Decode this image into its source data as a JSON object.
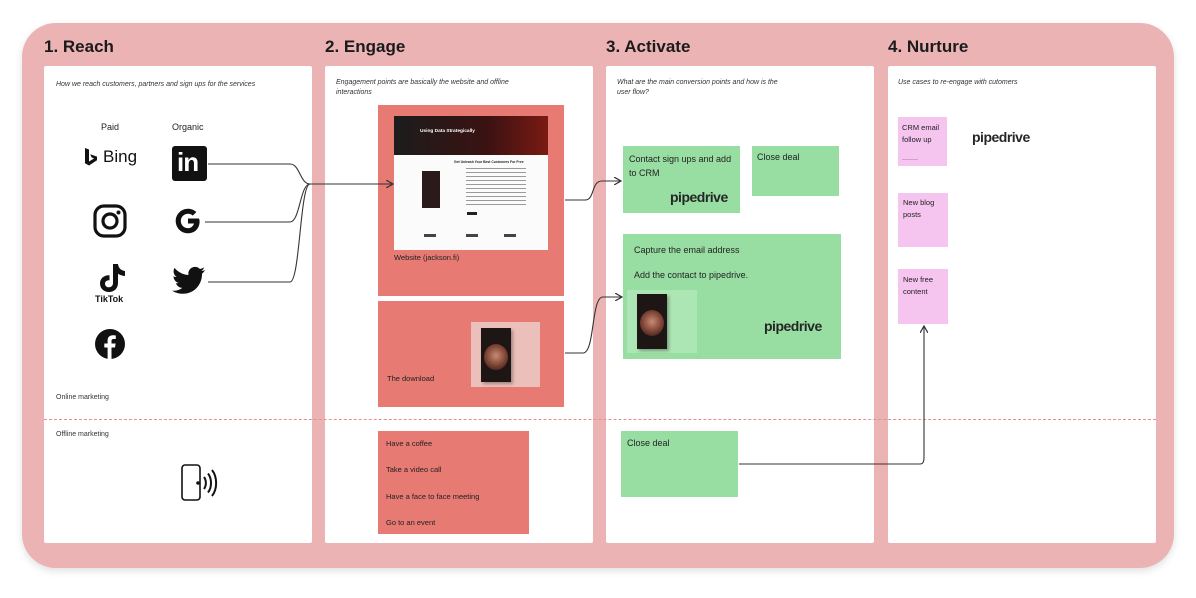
{
  "columns": [
    {
      "title": "1. Reach",
      "note": "How we reach customers, partners and sign ups for the services"
    },
    {
      "title": "2. Engage",
      "note": "Engagement points are basically the website and offline interactions"
    },
    {
      "title": "3. Activate",
      "note": "What are the main conversion points and how is the user flow?"
    },
    {
      "title": "4. Nurture",
      "note": "Use cases to re-engage with cutomers"
    }
  ],
  "reach": {
    "paid_label": "Paid",
    "organic_label": "Organic",
    "bing_label": "Bing",
    "tiktok_label": "TikTok",
    "linkedin_label": "in",
    "online_label": "Online marketing",
    "offline_label": "Offline marketing",
    "icons": [
      "bing-icon",
      "linkedin-icon",
      "instagram-icon",
      "google-icon",
      "tiktok-icon",
      "twitter-icon",
      "facebook-icon",
      "phone-nfc-icon"
    ]
  },
  "engage": {
    "website_caption": "Website (jackson.fi)",
    "website_headline": "Using Data Strategically",
    "website_subheadline": "Get Unleash Your Best Customers For Free",
    "download_caption": "The download",
    "offline_items": [
      "Have a coffee",
      "Take a video call",
      "Have a face to face meeting",
      "Go to an event"
    ]
  },
  "activate": {
    "contact_note": "Contact sign ups and add to CRM",
    "close_deal_note": "Close deal",
    "capture_line1": "Capture the email address",
    "capture_line2": "Add the contact to pipedrive.",
    "offline_close_deal": "Close deal",
    "brand": "pipedrive"
  },
  "nurture": {
    "crm_note": "CRM email follow up",
    "crm_footnote": "",
    "blog_note": "New blog posts",
    "content_note": "New free content",
    "brand": "pipedrive"
  },
  "colors": {
    "board": "#ebb3b3",
    "engage_sticky": "#e77a72",
    "activate_sticky": "#98dea3",
    "nurture_sticky": "#f5c4ef",
    "divider": "#e39090"
  }
}
